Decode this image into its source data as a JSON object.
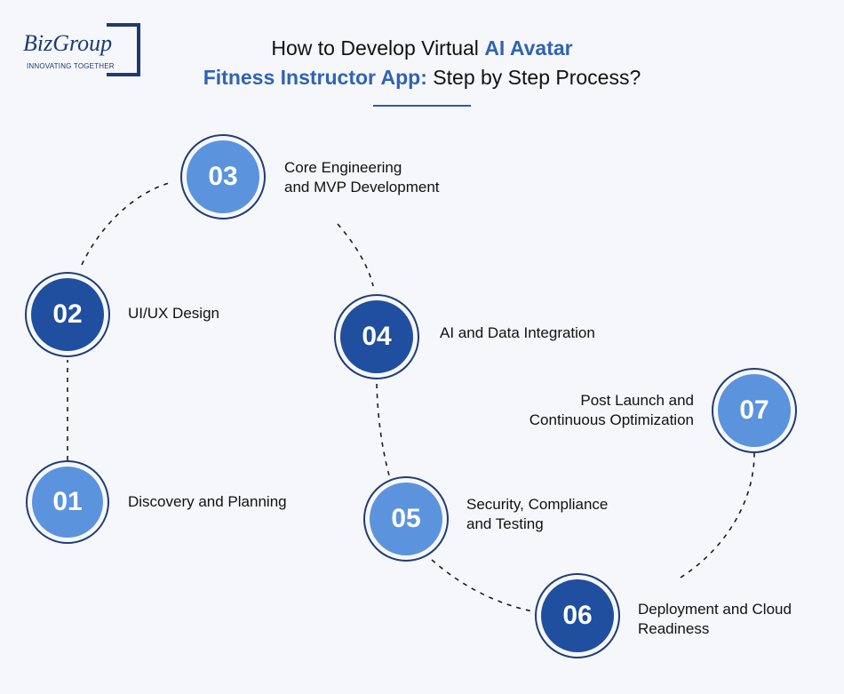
{
  "logo": {
    "name": "BizGroup",
    "tagline": "INNOVATING TOGETHER"
  },
  "title": {
    "line1_plain": "How to Develop Virtual ",
    "line1_accent": "AI Avatar",
    "line2_accent": "Fitness Instructor App:",
    "line2_plain": " Step by Step Process?"
  },
  "colors": {
    "light_circle": "#5b93dd",
    "dark_circle": "#1f4f9e",
    "ring": "#1f3d73",
    "accent_text": "#2f63b5"
  },
  "steps": [
    {
      "number": "01",
      "label_lines": [
        "Discovery and Planning"
      ]
    },
    {
      "number": "02",
      "label_lines": [
        "UI/UX Design"
      ]
    },
    {
      "number": "03",
      "label_lines": [
        "Core Engineering",
        "and MVP Development"
      ]
    },
    {
      "number": "04",
      "label_lines": [
        "AI and Data Integration"
      ]
    },
    {
      "number": "05",
      "label_lines": [
        "Security, Compliance",
        "and Testing"
      ]
    },
    {
      "number": "06",
      "label_lines": [
        "Deployment and Cloud",
        "Readiness"
      ]
    },
    {
      "number": "07",
      "label_lines": [
        "Post Launch and",
        "Continuous Optimization"
      ]
    }
  ]
}
